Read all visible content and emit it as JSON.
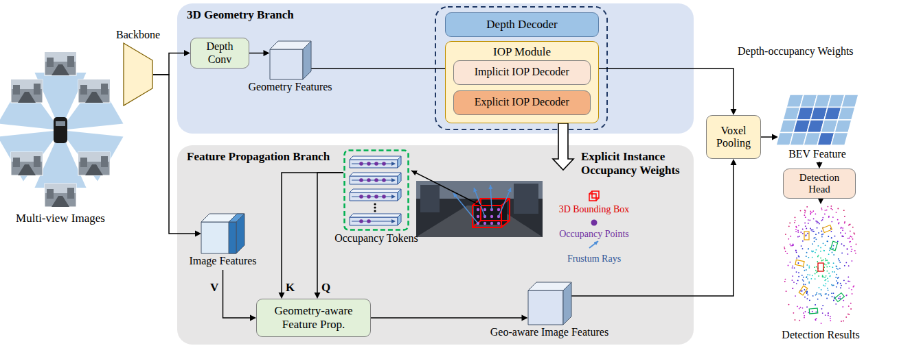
{
  "diagram": {
    "nodes": [
      {
        "text": [
          "3D Geometry Branch"
        ]
      },
      {
        "text": [
          "Depth Conv"
        ],
        "in": 0
      },
      {
        "text": [
          "Geometry Features"
        ],
        "in": 0
      },
      {
        "text": [
          "Depth Decoder"
        ],
        "in": 0
      },
      {
        "text": [
          "IOP Module"
        ],
        "in": 0
      },
      {
        "text": [
          "Implicit IOP Decoder"
        ],
        "in": 4
      },
      {
        "text": [
          "Explicit IOP Decoder"
        ],
        "in": 4
      },
      {
        "text": [
          "Backbone"
        ]
      },
      {
        "text": [
          "Multi-view Images"
        ]
      },
      {
        "text": [
          "Feature Propagation Branch"
        ]
      },
      {
        "text": [
          "Image Features"
        ],
        "in": 9
      },
      {
        "text": [
          "Occupancy Tokens"
        ],
        "in": 9
      },
      {
        "text": [
          "Geometry-aware Feature Prop."
        ],
        "in": 9
      },
      {
        "text": [
          "Geo-aware Image Features"
        ],
        "in": 9
      },
      {
        "text": [
          "Voxel Pooling"
        ]
      },
      {
        "text": [
          "BEV Feature"
        ]
      },
      {
        "text": [
          "Detection Head"
        ]
      },
      {
        "text": [
          "Detection Results"
        ]
      }
    ],
    "edges": [
      {
        "from": 7,
        "to": 1,
        "arrow": "to"
      },
      {
        "from": 7,
        "to": 10,
        "arrow": "to"
      },
      {
        "from": 1,
        "to": 2,
        "arrow": "to"
      },
      {
        "from": 2,
        "to": 4,
        "arrow": "none"
      },
      {
        "from": 4,
        "to": 14,
        "label": "Depth-occupancy Weights",
        "arrow": "to"
      },
      {
        "from": 4,
        "to": 9,
        "label": "Explicit Instance Occupancy Weights",
        "arrow": "to"
      },
      {
        "from": 11,
        "to": 12,
        "label": "K",
        "arrow": "to"
      },
      {
        "from": 11,
        "to": 12,
        "label": "Q",
        "arrow": "to"
      },
      {
        "from": 10,
        "to": 12,
        "label": "V",
        "arrow": "to"
      },
      {
        "from": 12,
        "to": 13,
        "arrow": "to"
      },
      {
        "from": 13,
        "to": 14,
        "arrow": "to"
      },
      {
        "from": 14,
        "to": 15,
        "arrow": "to"
      },
      {
        "from": 15,
        "to": 16,
        "arrow": "to"
      },
      {
        "from": 16,
        "to": 17,
        "arrow": "to"
      }
    ],
    "legend": [
      {
        "text": "3D Bounding Box"
      },
      {
        "text": "Occupancy Points"
      },
      {
        "text": "Frustum Rays"
      }
    ]
  }
}
